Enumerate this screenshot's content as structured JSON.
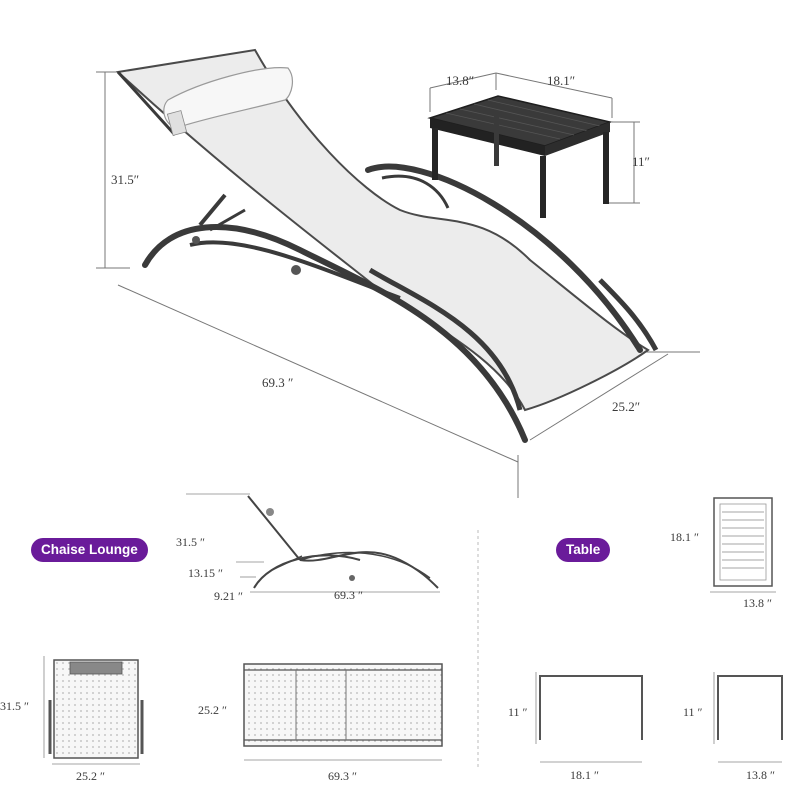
{
  "colors": {
    "badge": "#6a1b9a",
    "frame": "#3a3a3a",
    "fabric": "#eeeeee",
    "table": "#2b2b2b",
    "dim_line": "#666666"
  },
  "hero": {
    "height": "31.5″",
    "length": "69.3 ″",
    "width": "25.2″",
    "table_depth": "13.8″",
    "table_width": "18.1″",
    "table_height": "11″"
  },
  "badges": {
    "chaise": "Chaise Lounge",
    "table": "Table"
  },
  "side_view": {
    "back_height": "31.5 ″",
    "seat_height": "13.15 ″",
    "low_height": "9.21 ″",
    "length": "69.3 ″"
  },
  "chaise_front": {
    "height": "31.5 ″",
    "width": "25.2 ″"
  },
  "chaise_top": {
    "width": "25.2 ″",
    "length": "69.3 ″"
  },
  "table_top": {
    "width": "18.1 ″",
    "depth": "13.8 ″"
  },
  "table_front": {
    "height": "11 ″",
    "width": "18.1 ″"
  },
  "table_side": {
    "height": "11 ″",
    "depth": "13.8 ″"
  }
}
